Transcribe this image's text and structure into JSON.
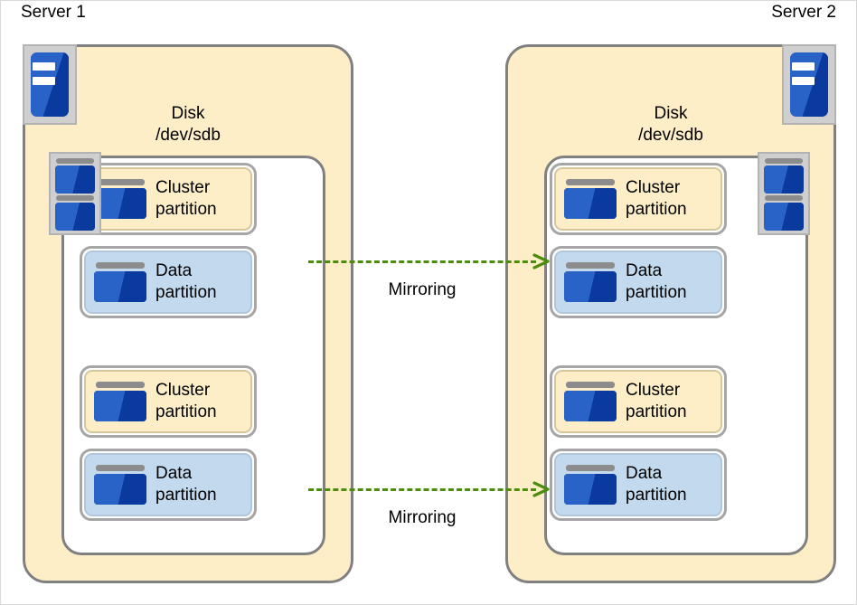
{
  "diagram": {
    "title_left": "Server 1",
    "title_right": "Server 2",
    "colors": {
      "server_fill": "#fdeec8",
      "disk_fill": "#ffffff",
      "cluster_partition_fill": "#fdeec8",
      "data_partition_fill": "#c2d9ee",
      "border_grey": "#808080",
      "partition_border": "#a6a6a6",
      "mirror_green": "#4c8c0f",
      "icon_blue": "#2a63c8",
      "icon_blue_dark": "#0a3a9e",
      "icon_grey": "#cfcfcf",
      "background": "#ffffff"
    },
    "servers": [
      {
        "name": "Server 1",
        "icon": "server-icon",
        "icon_position": "left",
        "disk": {
          "label_line1": "Disk",
          "label_line2": "/dev/sdb",
          "icon": "disk-icon",
          "icon_position": "left",
          "partitions": [
            {
              "line1": "Cluster",
              "line2": "partition",
              "type": "cluster",
              "icon": "partition-icon"
            },
            {
              "line1": "Data",
              "line2": "partition",
              "type": "data",
              "icon": "partition-icon"
            },
            {
              "line1": "Cluster",
              "line2": "partition",
              "type": "cluster",
              "icon": "partition-icon"
            },
            {
              "line1": "Data",
              "line2": "partition",
              "type": "data",
              "icon": "partition-icon"
            }
          ]
        }
      },
      {
        "name": "Server 2",
        "icon": "server-icon",
        "icon_position": "right",
        "disk": {
          "label_line1": "Disk",
          "label_line2": "/dev/sdb",
          "icon": "disk-icon",
          "icon_position": "right",
          "partitions": [
            {
              "line1": "Cluster",
              "line2": "partition",
              "type": "cluster",
              "icon": "partition-icon"
            },
            {
              "line1": "Data",
              "line2": "partition",
              "type": "data",
              "icon": "partition-icon"
            },
            {
              "line1": "Cluster",
              "line2": "partition",
              "type": "cluster",
              "icon": "partition-icon"
            },
            {
              "line1": "Data",
              "line2": "partition",
              "type": "data",
              "icon": "partition-icon"
            }
          ]
        }
      }
    ],
    "connectors": [
      {
        "label": "Mirroring",
        "style": "dashed-arrow-right",
        "from": "Server 1 Data partition (upper)",
        "to": "Server 2 Data partition (upper)"
      },
      {
        "label": "Mirroring",
        "style": "dashed-arrow-right",
        "from": "Server 1 Data partition (lower)",
        "to": "Server 2 Data partition (lower)"
      }
    ]
  }
}
